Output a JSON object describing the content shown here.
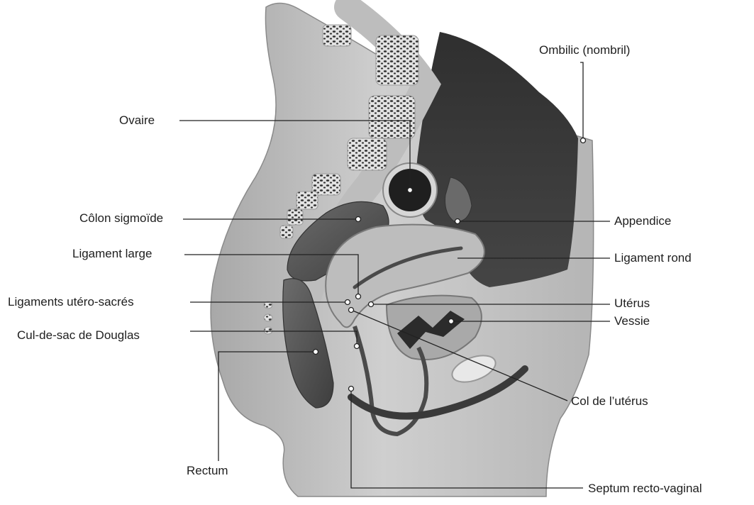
{
  "colors": {
    "background": "#ffffff",
    "skin": "#c8c8c8",
    "skin_dark": "#9a9a9a",
    "bone": "#d9d9d9",
    "bone_pore": "#3a3a3a",
    "abdominal_cavity": "#3b3b3b",
    "organ": "#777777",
    "muscle": "#575757",
    "leader": "#222222",
    "text": "#1e1e1e"
  },
  "labels": {
    "ombilic": "Ombilic (nombril)",
    "ovaire": "Ovaire",
    "colon_sigmoide": "Côlon sigmoïde",
    "appendice": "Appendice",
    "ligament_large": "Ligament large",
    "ligament_rond": "Ligament rond",
    "ligaments_utero_sacres": "Ligaments utéro-sacrés",
    "uterus": "Utérus",
    "vessie": "Vessie",
    "cul_de_sac": "Cul-de-sac de Douglas",
    "col_uterus": "Col de l’utérus",
    "rectum": "Rectum",
    "septum": "Septum recto-vaginal"
  }
}
